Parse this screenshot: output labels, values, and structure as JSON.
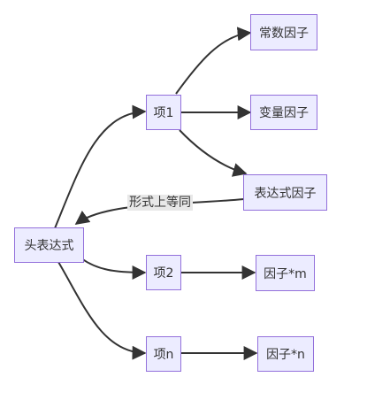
{
  "nodes": {
    "head": "头表达式",
    "term1": "项1",
    "term2": "项2",
    "termn": "项n",
    "const_factor": "常数因子",
    "var_factor": "变量因子",
    "expr_factor": "表达式因子",
    "factor_m": "因子*m",
    "factor_n": "因子*n"
  },
  "edge_labels": {
    "expr_to_head": "形式上等同"
  },
  "colors": {
    "node_fill": "#ECECFF",
    "node_border": "#9370DB",
    "edge": "#333333",
    "label_bg": "#e8e8e8"
  }
}
